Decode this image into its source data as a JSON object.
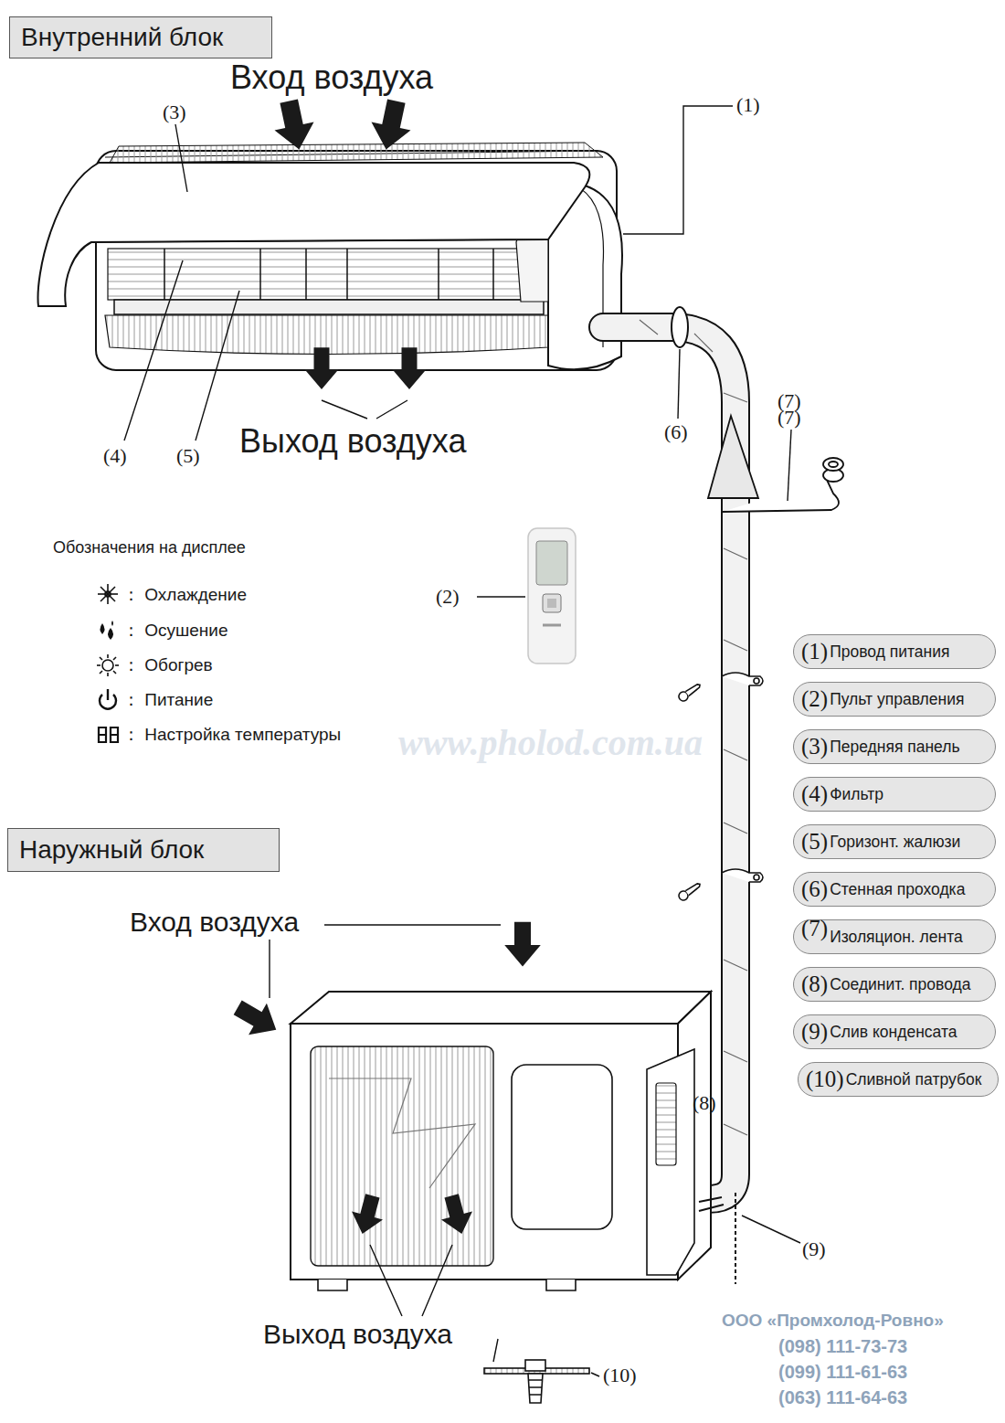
{
  "diagram": {
    "nodes": [
      {
        "text": [
          "Внутренний блок"
        ]
      },
      {
        "text": [
          "(1)",
          "Провод питания"
        ]
      },
      {
        "text": [
          "(2)",
          "Пульт управления"
        ]
      },
      {
        "text": [
          "(3)",
          "Передняя панель"
        ]
      },
      {
        "text": [
          "(4)",
          "Фильтр"
        ]
      },
      {
        "text": [
          "(5)",
          "Горизонт. жалюзи"
        ]
      },
      {
        "text": [
          "(6)",
          "Стенная проходка"
        ]
      },
      {
        "text": [
          "(7)",
          "Изоляцион. лента"
        ]
      },
      {
        "text": [
          "(8)",
          "Соединит. провода"
        ]
      },
      {
        "text": [
          "(9)",
          "Слив конденсата"
        ]
      },
      {
        "text": [
          "(10)",
          "Сливной патрубок"
        ]
      },
      {
        "text": [
          "Наружный блок"
        ]
      }
    ],
    "labels": [
      "Вход воздуха",
      "(3)",
      "(1)",
      "(4)",
      "(5)",
      "Выход воздуха",
      "(6)",
      "(7)",
      "(7)",
      "Обозначения на дисплее",
      "(2)",
      "www.pholod.com.ua",
      "Вход воздуха",
      "(8)",
      "(9)",
      "Выход воздуха",
      "(10)",
      "ООО «Промхолод-Ровно»",
      "(098) 111-73-73",
      "(099) 111-61-63",
      "(063) 111-64-63"
    ],
    "legend": [
      {
        "text": "： Охлаждение"
      },
      {
        "text": "： Осушение"
      },
      {
        "text": "： Обогрев"
      },
      {
        "text": "： Питание"
      },
      {
        "text": "： Настройка температуры"
      }
    ]
  }
}
